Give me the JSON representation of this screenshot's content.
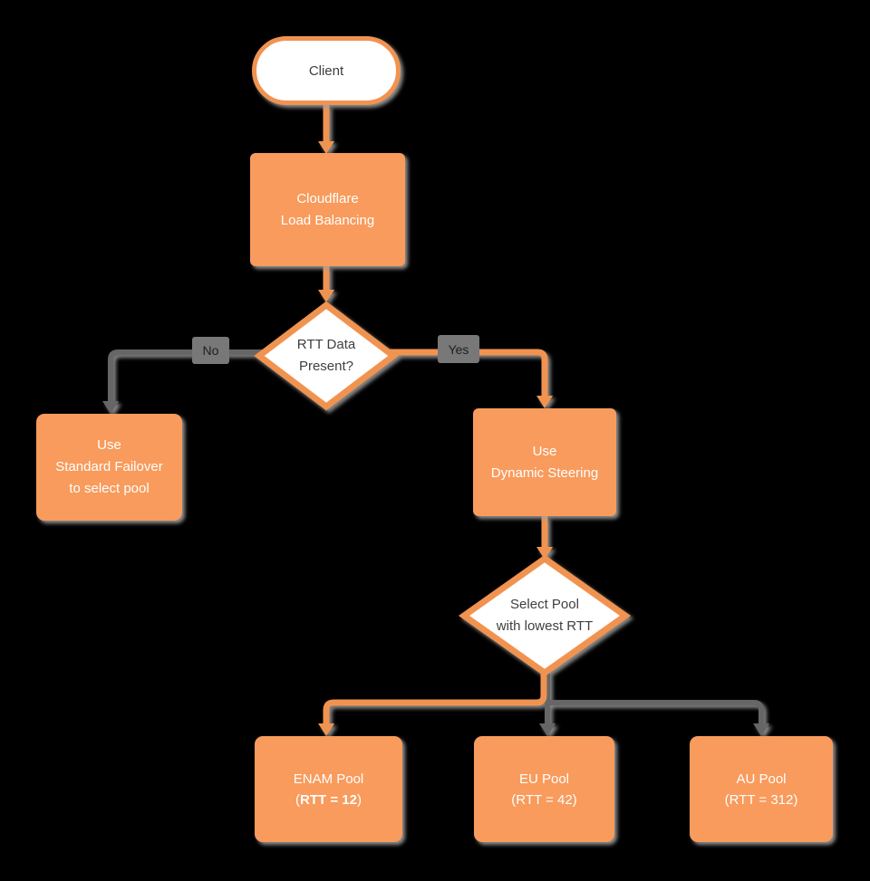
{
  "colors": {
    "background": "#000000",
    "node_fill": "#F89B5C",
    "node_stroke": "#F19350",
    "connector_gray": "#666666",
    "shadow": "#A0A0A0",
    "node_text_light": "#FFFFFF",
    "node_text_dark": "#3F3F3F",
    "edge_label_bg": "#787878",
    "edge_label_text": "#1F1F1F"
  },
  "nodes": {
    "client": {
      "label": "Client"
    },
    "load_balancing": {
      "line1": "Cloudflare",
      "line2": "Load Balancing"
    },
    "rtt_decision": {
      "line1": "RTT Data",
      "line2": "Present?"
    },
    "standard_failover": {
      "line1": "Use",
      "line2": "Standard Failover",
      "line3": "to select pool"
    },
    "dynamic_steering": {
      "line1": "Use",
      "line2": "Dynamic Steering"
    },
    "select_pool": {
      "line1": "Select Pool",
      "line2": "with lowest RTT"
    },
    "enam_pool": {
      "name": "ENAM Pool",
      "rtt_open": "(",
      "rtt_bold": "RTT = 12",
      "rtt_close": ")"
    },
    "eu_pool": {
      "name": "EU Pool",
      "rtt": "(RTT = 42)"
    },
    "au_pool": {
      "name": "AU Pool",
      "rtt": "(RTT = 312)"
    }
  },
  "edges": {
    "no_label": "No",
    "yes_label": "Yes"
  }
}
